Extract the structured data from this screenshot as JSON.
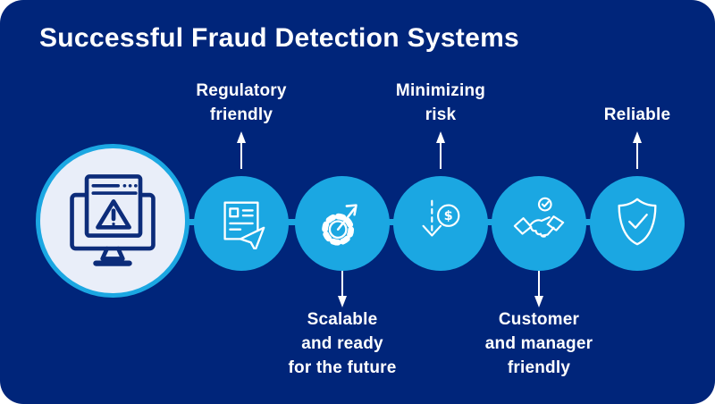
{
  "title": "Successful Fraud Detection Systems",
  "colors": {
    "background": "#00257a",
    "accent_cyan": "#1ba7e2",
    "big_circle_fill": "#e9eef9",
    "icon_navy": "#0c2c7a",
    "text": "#ffffff"
  },
  "intro": {
    "icon": "computer-fraud-warning-icon"
  },
  "items": [
    {
      "label": "Regulatory\nfriendly",
      "icon": "document-send-icon",
      "label_position": "above",
      "arrow": "up"
    },
    {
      "label": "Scalable\nand ready\nfor the future",
      "icon": "gear-growth-arrow-icon",
      "label_position": "below",
      "arrow": "down"
    },
    {
      "label": "Minimizing\nrisk",
      "icon": "dollar-decrease-icon",
      "label_position": "above",
      "arrow": "up"
    },
    {
      "label": "Customer\nand manager\nfriendly",
      "icon": "handshake-check-icon",
      "label_position": "below",
      "arrow": "down"
    },
    {
      "label": "Reliable",
      "icon": "shield-check-icon",
      "label_position": "above",
      "arrow": "up"
    }
  ]
}
